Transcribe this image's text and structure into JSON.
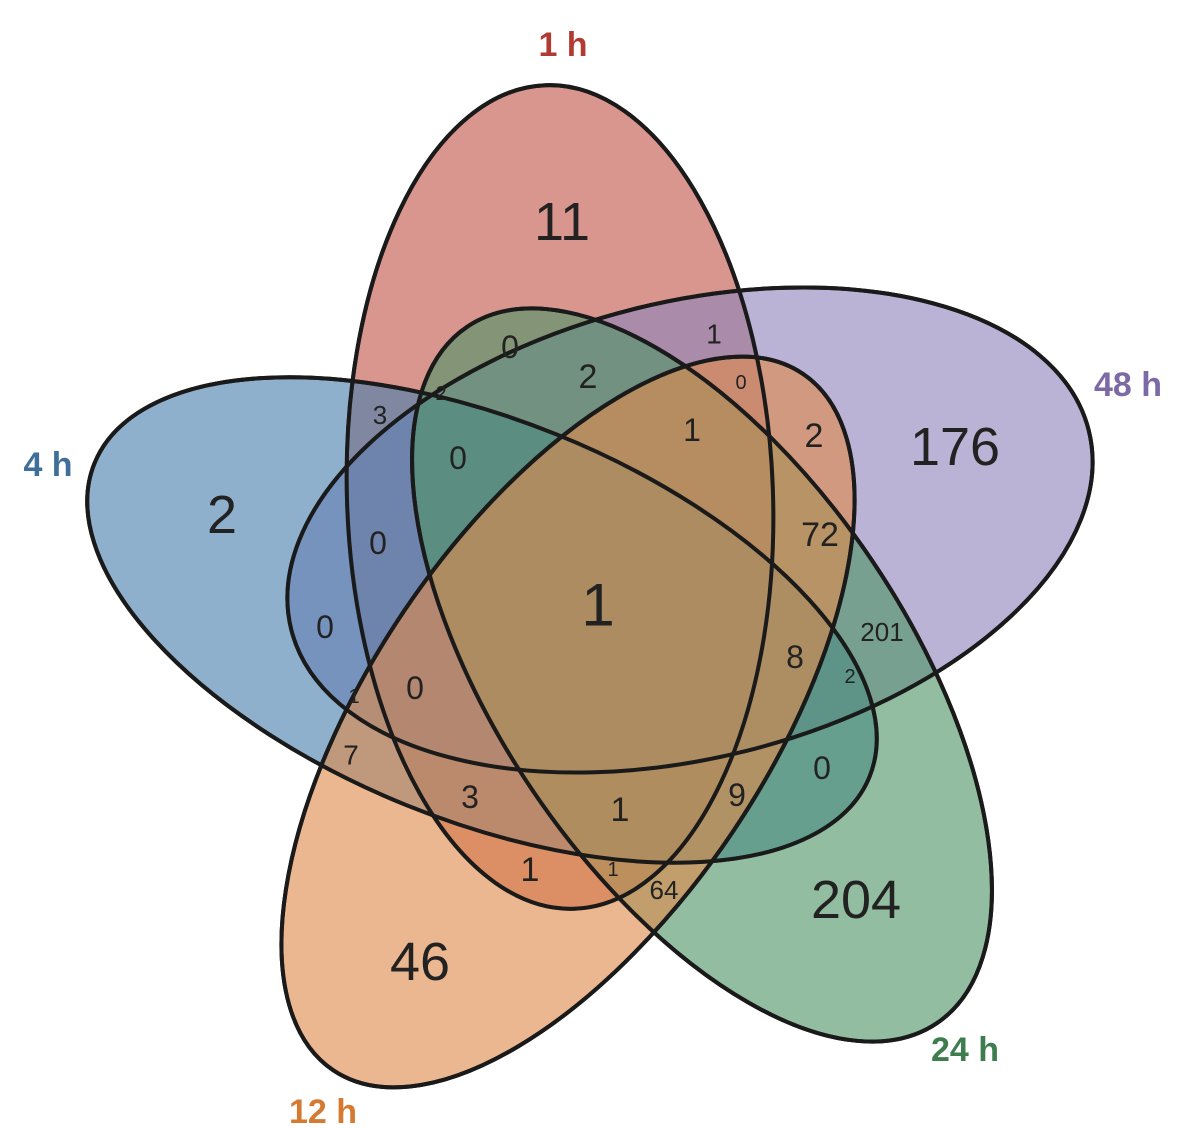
{
  "sets": [
    {
      "id": "1h",
      "label": "1 h",
      "fill": "#c0554a",
      "text_color": "#b13a32"
    },
    {
      "id": "48h",
      "label": "48 h",
      "fill": "#8f84bc",
      "text_color": "#7b6aa6"
    },
    {
      "id": "4h",
      "label": "4 h",
      "fill": "#4a80ad",
      "text_color": "#3e6f9a"
    },
    {
      "id": "24h",
      "label": "24 h",
      "fill": "#4f9467",
      "text_color": "#3e7d4e"
    },
    {
      "id": "12h",
      "label": "12 h",
      "fill": "#df8a4c",
      "text_color": "#d67a31"
    }
  ],
  "regions": [
    {
      "value": "11"
    },
    {
      "value": "176"
    },
    {
      "value": "2"
    },
    {
      "value": "46"
    },
    {
      "value": "204"
    },
    {
      "value": "1"
    },
    {
      "value": "0"
    },
    {
      "value": "1"
    },
    {
      "value": "2"
    },
    {
      "value": "0"
    },
    {
      "value": "3"
    },
    {
      "value": "2"
    },
    {
      "value": "1"
    },
    {
      "value": "2"
    },
    {
      "value": "0"
    },
    {
      "value": "72"
    },
    {
      "value": "0"
    },
    {
      "value": "0"
    },
    {
      "value": "201"
    },
    {
      "value": "8"
    },
    {
      "value": "2"
    },
    {
      "value": "1"
    },
    {
      "value": "0"
    },
    {
      "value": "7"
    },
    {
      "value": "3"
    },
    {
      "value": "1"
    },
    {
      "value": "9"
    },
    {
      "value": "0"
    },
    {
      "value": "1"
    },
    {
      "value": "1"
    },
    {
      "value": "64"
    }
  ]
}
